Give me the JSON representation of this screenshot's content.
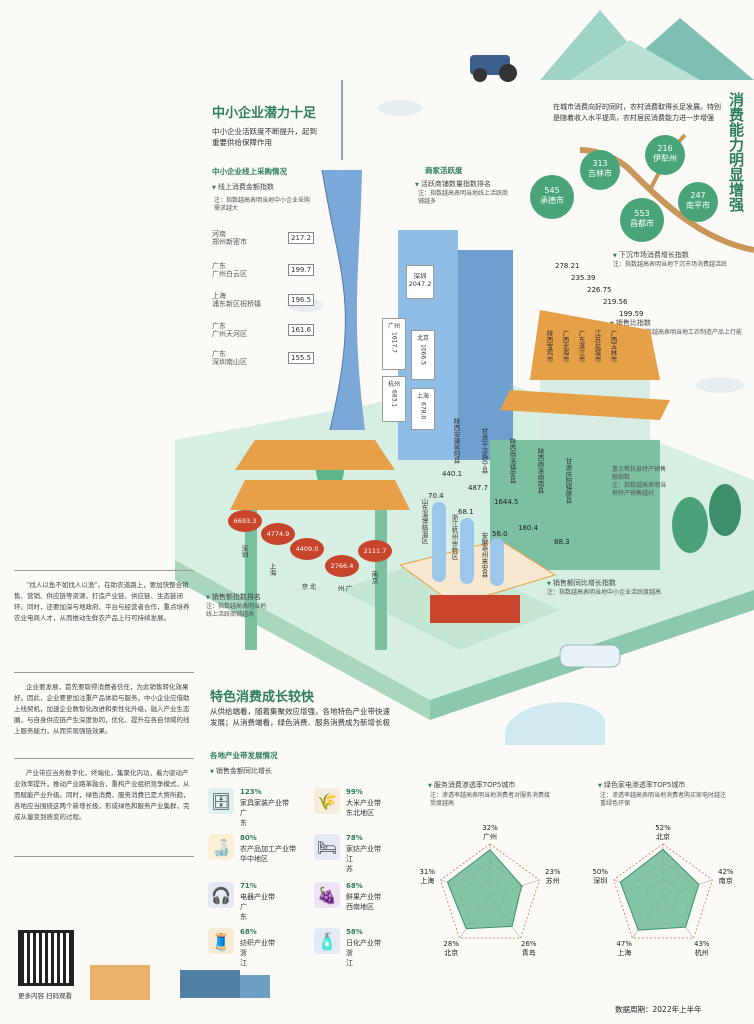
{
  "header": {
    "title_right": "消费能力明显增强",
    "intro": "在城市消费向好的同时，农村消费取得长足发展。特别是随着收入水平提高，农村居民消费能力进一步增强"
  },
  "tree_cities": [
    {
      "value": "313",
      "name": "吉林市"
    },
    {
      "value": "216",
      "name": "伊犁州"
    },
    {
      "value": "545",
      "name": "承德市"
    },
    {
      "value": "553",
      "name": "昌都市"
    },
    {
      "value": "247",
      "name": "南平市"
    }
  ],
  "rural_index": {
    "title": "下沉市场消费增长指数",
    "note": "注：指数越高表明当地下沉市场消费越活跃"
  },
  "sales_ratio": {
    "title": "销售比指数",
    "note": "注：销售比指数越高表明当地工农制造产品上行能力越强",
    "values": [
      "278.21",
      "235.39",
      "226.75",
      "219.56",
      "199.59"
    ],
    "places": [
      "陕西宝鸡市",
      "广西北海市",
      "广东湛江市",
      "江苏盐城市",
      "广西玉林市"
    ]
  },
  "sme": {
    "title": "中小企业潜力十足",
    "desc": "中小企业活跃度不断提升，起到重要供给保障作用",
    "online_title": "中小企业线上采购情况",
    "online_sub": "线上消费金额指数",
    "online_note": "注：指数越高表明当地中小企业采购需求越大",
    "rows": [
      {
        "label1": "河南",
        "label2": "郑州新密市",
        "value": "217.2"
      },
      {
        "label1": "广东",
        "label2": "广州白云区",
        "value": "199.7"
      },
      {
        "label1": "上海",
        "label2": "浦东新区祝桥镇",
        "value": "196.5"
      },
      {
        "label1": "广东",
        "label2": "广州天河区",
        "value": "161.6"
      },
      {
        "label1": "广东",
        "label2": "深圳南山区",
        "value": "155.5"
      }
    ]
  },
  "merchant": {
    "title": "商家活跃度",
    "sub": "活跃商铺数量指数排名",
    "note": "注：指数越高表明当地线上活跃商铺越多",
    "building": [
      {
        "city": "深圳",
        "value": "2047.2"
      },
      {
        "city": "广州",
        "value": "1617.7"
      },
      {
        "city": "北京",
        "value": "1066.5"
      },
      {
        "city": "杭州",
        "value": "683.1"
      },
      {
        "city": "上海",
        "value": "678.0"
      }
    ]
  },
  "wall_labels": [
    {
      "place": "陕西安康紫阳县",
      "value": "440.1"
    },
    {
      "place": "甘肃平凉静宁县",
      "value": "487.7"
    },
    {
      "place": "陕西商洛镇安县",
      "value": "1644.5"
    },
    {
      "place": "陕西商洛商南县",
      "value": "180.4"
    },
    {
      "place": "甘肃庆阳镇原县",
      "value": "88.3"
    }
  ],
  "county_note": "重点帮扶县特产销售额指数\n注：指数越高表明当地特产销售越好",
  "gate": {
    "values": [
      "6693.3",
      "4774.9",
      "4409.0",
      "2766.4",
      "2111.7"
    ],
    "cities": [
      "深圳",
      "上海",
      "北京",
      "广州",
      "南京"
    ],
    "title": "销售额指数排名",
    "note": "注：指数越高表明当地线上活跃商铺越高"
  },
  "growth": {
    "title": "销售额同比增长指数",
    "note": "注：指数越高表明当地中小企业活跃度越高",
    "bars": [
      {
        "place": "山东淄博临淄区",
        "value": "70.4"
      },
      {
        "place": "浙江杭州余杭区",
        "value": "68.1"
      },
      {
        "place": "安徽亳州来安县",
        "value": "56.0"
      }
    ]
  },
  "special": {
    "title": "特色消费成长较快",
    "desc": "从供给端看，随着集聚效应增强，各地特色产业带快速发展；从消费端看，绿色消费、服务消费成为新增长极",
    "sub_title": "各地产业带发展情况",
    "sub_label": "销售金额同比增长",
    "items": [
      {
        "pct": "123%",
        "name": "家具家装产业带",
        "loc": "广东"
      },
      {
        "pct": "99%",
        "name": "大米产业带",
        "loc": "东北地区"
      },
      {
        "pct": "80%",
        "name": "农产品加工产业带",
        "loc": "华中地区"
      },
      {
        "pct": "78%",
        "name": "家纺产业带",
        "loc": "江苏"
      },
      {
        "pct": "71%",
        "name": "电器产业带",
        "loc": "广东"
      },
      {
        "pct": "68%",
        "name": "鲜果产业带",
        "loc": "西南地区"
      },
      {
        "pct": "68%",
        "name": "纺织产业带",
        "loc": "浙江"
      },
      {
        "pct": "58%",
        "name": "日化产业带",
        "loc": "浙江"
      }
    ]
  },
  "radar1": {
    "title": "服务消费渗透率TOP5城市",
    "note": "注：渗透率越高表明当地消费者对服务消费接受度越高",
    "points": [
      {
        "city": "广州",
        "value": "32%"
      },
      {
        "city": "苏州",
        "value": "23%"
      },
      {
        "city": "青岛",
        "value": "26%"
      },
      {
        "city": "北京",
        "value": "28%"
      },
      {
        "city": "上海",
        "value": "31%"
      }
    ],
    "values": [
      32,
      23,
      26,
      28,
      31
    ]
  },
  "radar2": {
    "title": "绿色家电渗透率TOP5城市",
    "note": "注：渗透率越高表明当地消费者购买家电时越注重绿色环保",
    "points": [
      {
        "city": "北京",
        "value": "52%"
      },
      {
        "city": "南京",
        "value": "42%"
      },
      {
        "city": "杭州",
        "value": "43%"
      },
      {
        "city": "上海",
        "value": "47%"
      },
      {
        "city": "深圳",
        "value": "50%"
      }
    ],
    "values": [
      52,
      42,
      43,
      47,
      50
    ]
  },
  "paragraphs": [
    "“找人以鱼不如找人以渔”。在助农道路上，要加快整合销售、营销、供应链等资源，打造产业链、供应链、生态链闭环。同时，还要加深与地政府、平台与经营者合作，重点培养农业电商人才，从而推动生鲜农产品上行可持续发展。",
    "企业要发展，首先要取得消费者信任，为此销售转化效果好。因此，企业要更加注重产品体验与服务，中小企业应借助上线契机，加速企业数智化改进和柔性化升级，融入产业生态圈，与自身供应链产生深度协同，优化、提升在各自领域的线上服务能力，从而实现强链效果。",
    "产业带应当务数字化，终端化，集聚化内功，着力驱动产业效率提升，推动产业路革融合，重构产业组织竞争模式，从而赋能产业升级。同时，绿色消费、服务消费已是大势所趋，各地应当围绕这两个新增长极，形成绿色和服务产业集群，完成从量变到质变的过程。"
  ],
  "qr_caption": "更多内容 扫码观看",
  "footer": "数据周期：2022年上半年",
  "colors": {
    "accent": "#2f7d5d",
    "light": "#bfe4d4",
    "orange": "#e59a3a",
    "red": "#c8452c"
  }
}
